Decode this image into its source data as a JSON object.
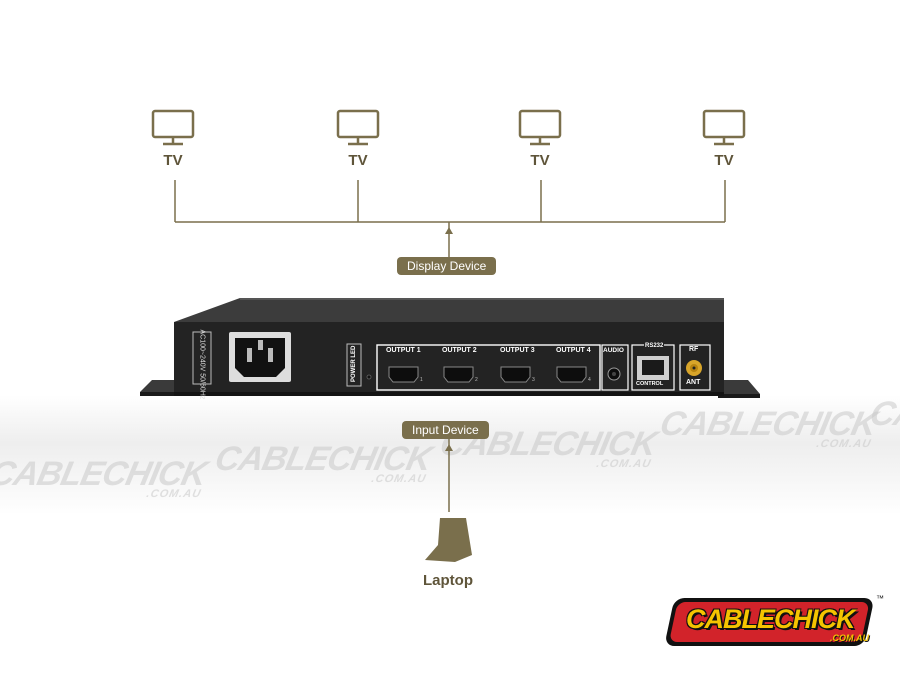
{
  "outputs": [
    {
      "tv_label": "TV"
    },
    {
      "tv_label": "TV"
    },
    {
      "tv_label": "TV"
    },
    {
      "tv_label": "TV"
    }
  ],
  "display_device_label": "Display Device",
  "input_device_label": "Input Device",
  "laptop_label": "Laptop",
  "device": {
    "power_rating": "AC100~240V 50/60Hz",
    "power_led_label": "POWER LED",
    "output_labels": [
      "OUTPUT 1",
      "OUTPUT 2",
      "OUTPUT 3",
      "OUTPUT 4"
    ],
    "port_numbers": [
      "1",
      "2",
      "3",
      "4"
    ],
    "audio_label": "AUDIO",
    "rs232_label": "RS232",
    "control_label": "CONTROL",
    "rf_label": "RF",
    "ant_label": "ANT"
  },
  "brand": {
    "logo_text": "CABLECHICK",
    "logo_domain": ".COM.AU",
    "trademark": "™"
  },
  "colors": {
    "accent": "#7a6f4c",
    "device_body": "#2b2b2b",
    "device_panel": "#1c1c1c",
    "logo_yellow": "#f5c400",
    "logo_red": "#d2232a"
  }
}
